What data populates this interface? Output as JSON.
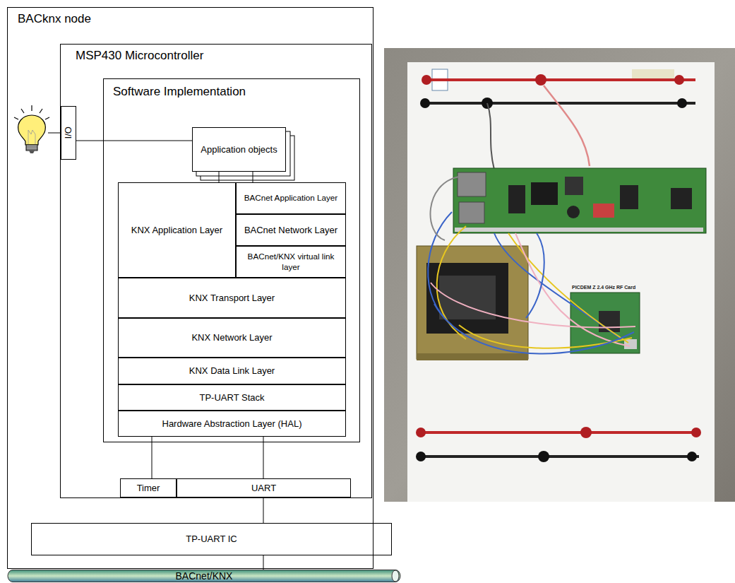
{
  "diagram": {
    "nodes": [
      {
        "text": [
          "BACknx node"
        ]
      },
      {
        "text": [
          "I/O"
        ],
        "in": 0
      },
      {
        "text": [
          "MSP430 Microcontroller"
        ],
        "in": 0
      },
      {
        "text": [
          "Software Implementation"
        ],
        "in": 2
      },
      {
        "text": [
          "Application objects"
        ],
        "in": 3
      },
      {
        "text": [
          "KNX Application Layer"
        ],
        "in": 3
      },
      {
        "text": [
          "BACnet Application Layer"
        ],
        "in": 3
      },
      {
        "text": [
          "BACnet Network Layer"
        ],
        "in": 3
      },
      {
        "text": [
          "BACnet/KNX virtual link layer"
        ],
        "in": 3
      },
      {
        "text": [
          "KNX Transport Layer"
        ],
        "in": 3
      },
      {
        "text": [
          "KNX Network Layer"
        ],
        "in": 3
      },
      {
        "text": [
          "KNX Data Link Layer"
        ],
        "in": 3
      },
      {
        "text": [
          "TP-UART Stack"
        ],
        "in": 3
      },
      {
        "text": [
          "Hardware Abstraction Layer (HAL)"
        ],
        "in": 3
      },
      {
        "text": [
          "Timer"
        ],
        "in": 2
      },
      {
        "text": [
          "UART"
        ],
        "in": 2
      },
      {
        "text": [
          "TP-UART IC"
        ],
        "in": 0
      },
      {
        "text": [
          "BACnet/KNX"
        ]
      }
    ],
    "edges": [
      {
        "from": 4,
        "to": 1,
        "arrow": "none"
      },
      {
        "from": 4,
        "to": 5,
        "arrow": "none"
      },
      {
        "from": 4,
        "to": 6,
        "arrow": "none"
      },
      {
        "from": 13,
        "to": 14,
        "arrow": "none"
      },
      {
        "from": 13,
        "to": 15,
        "arrow": "none"
      },
      {
        "from": 15,
        "to": 16,
        "arrow": "none"
      },
      {
        "from": 16,
        "to": 17,
        "arrow": "none"
      }
    ],
    "labels": [
      "PICDEM Z 2.4 GHz RF Card"
    ]
  }
}
